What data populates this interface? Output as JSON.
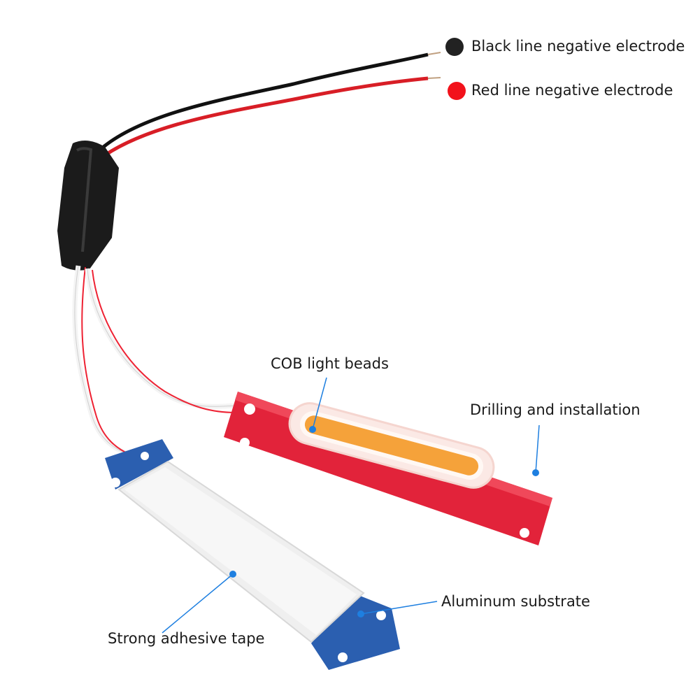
{
  "legend": [
    {
      "label": "Black line negative electrode",
      "color": "#222222"
    },
    {
      "label": "Red line negative electrode",
      "color": "#f2121b"
    }
  ],
  "callouts": {
    "cob": "COB light beads",
    "drilling": "Drilling and installation",
    "aluminum": "Aluminum substrate",
    "tape": "Strong adhesive tape"
  },
  "colors": {
    "module_red": "#e2233a",
    "module_blue": "#2b5fb0",
    "cob_orange": "#f5a23a",
    "callout_blue": "#1e7fe0"
  }
}
